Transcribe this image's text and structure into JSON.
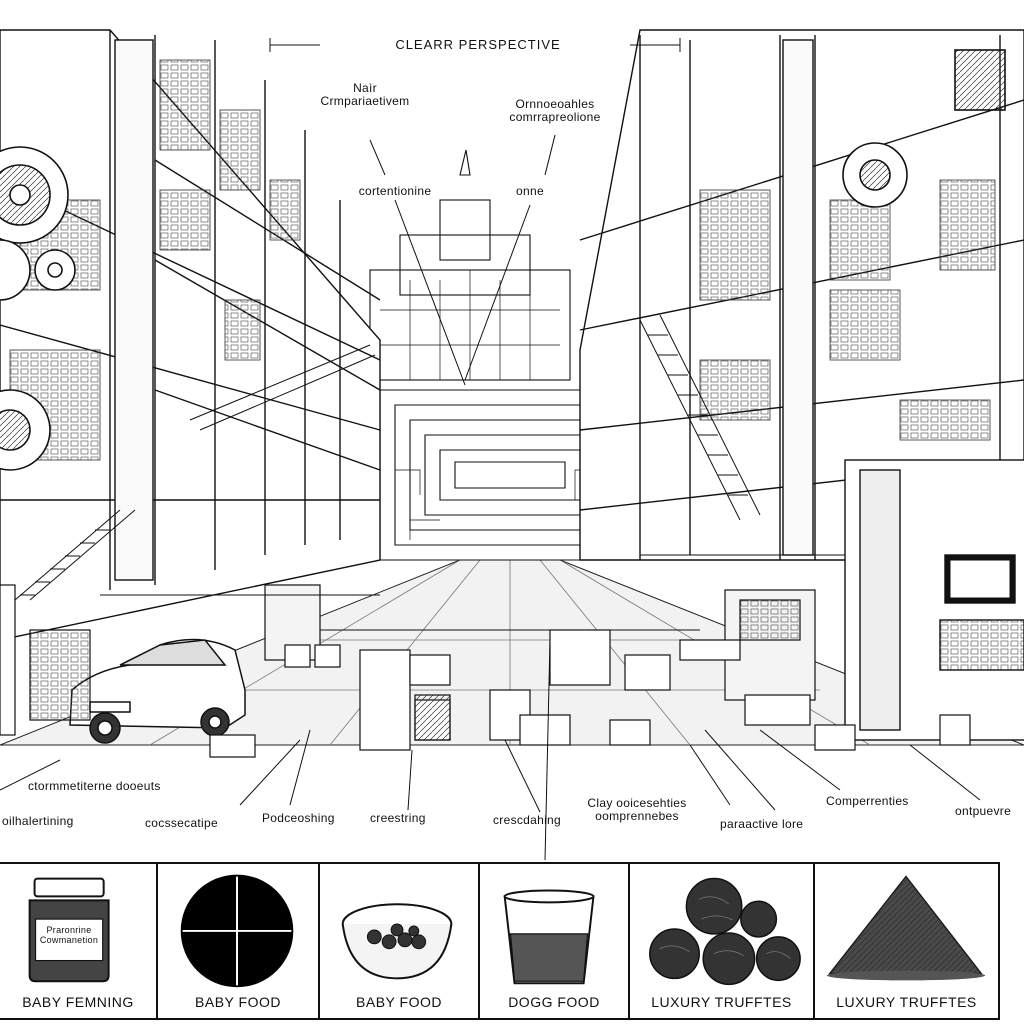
{
  "header": {
    "title": "CLEARR PERSPECTIVE"
  },
  "top_labels": [
    "Naìr Crmpariaetivem",
    "Ornnoeoahles comrrapreolione",
    "cortentionine",
    "onne"
  ],
  "bottom_labels": [
    "ctormmetiterne dooeuts",
    "oilhalertining",
    "cocssecatipe",
    "Podceoshing",
    "creestring",
    "crescdahing",
    "Clay ooicesehties oomprennebes",
    "paraactive lore",
    "Comperrenties",
    "ontpuevre"
  ],
  "panels": [
    {
      "caption": "BABY FEMNING",
      "jar_label": "Praronrine Cowmanetion",
      "icon": "jar-icon"
    },
    {
      "caption": "BABY FOOD",
      "icon": "quartered-circle-icon"
    },
    {
      "caption": "BABY FOOD",
      "icon": "glass-bowl-icon"
    },
    {
      "caption": "DOGG FOOD",
      "icon": "water-glass-icon"
    },
    {
      "caption": "LUXURY TRUFFTES",
      "icon": "truffles-icon"
    },
    {
      "caption": "LUXURY TRUFFTES",
      "icon": "truffle-pyramid-icon"
    }
  ],
  "colors": {
    "ink": "#111111",
    "paper": "#ffffff",
    "shade": "#c9c9c9"
  }
}
